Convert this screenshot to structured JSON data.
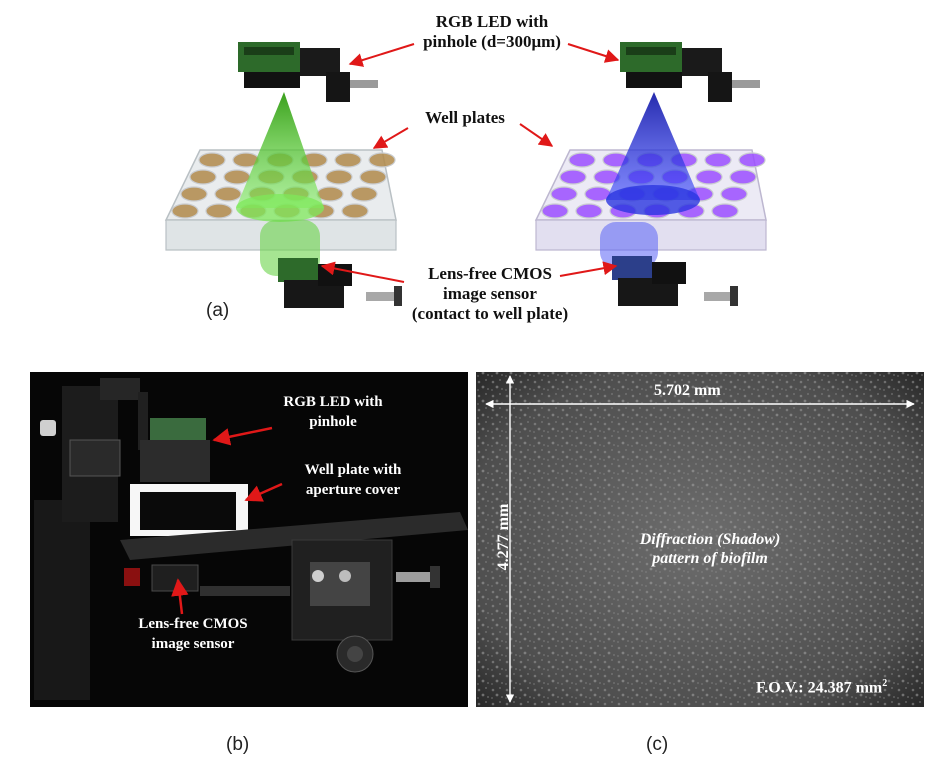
{
  "panel_a": {
    "label_led_line1": "RGB LED with",
    "label_led_line2": "pinhole (d=300μm)",
    "label_wells": "Well plates",
    "label_sensor_line1": "Lens-free CMOS",
    "label_sensor_line2": "image sensor",
    "label_sensor_line3": "(contact to well plate)",
    "caption": "(a)",
    "left_cone_color": "#55dd33",
    "right_cone_color": "#2233ee",
    "left_well_color": "#b08a4a",
    "right_well_color": "#9b4dff"
  },
  "panel_b": {
    "label_led_line1": "RGB LED with",
    "label_led_line2": "pinhole",
    "label_plate_line1": "Well plate with",
    "label_plate_line2": "aperture cover",
    "label_sensor_line1": "Lens-free CMOS",
    "label_sensor_line2": "image sensor",
    "caption": "(b)"
  },
  "panel_c": {
    "width_label": "5.702 mm",
    "height_label": "4.277 mm",
    "center_line1": "Diffraction (Shadow)",
    "center_line2": "pattern of biofilm",
    "fov_label": "F.O.V.: 24.387 mm",
    "fov_sup": "2",
    "caption": "(c)"
  }
}
